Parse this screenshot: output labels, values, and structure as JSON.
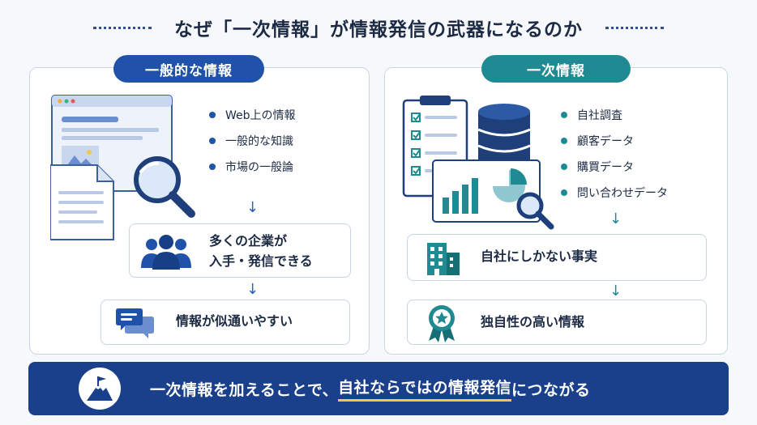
{
  "title": "なぜ「一次情報」が情報発信の武器になるのか",
  "left": {
    "heading": "一般的な情報",
    "bullets": [
      "Web上の情報",
      "一般的な知識",
      "市場の一般論"
    ],
    "box1": {
      "line1": "多くの企業が",
      "line2": "入手・発信できる"
    },
    "box2": "情報が似通いやすい"
  },
  "right": {
    "heading": "一次情報",
    "bullets": [
      "自社調査",
      "顧客データ",
      "購買データ",
      "問い合わせデータ"
    ],
    "box1": "自社にしかない事実",
    "box2": "独自性の高い情報"
  },
  "banner": {
    "prefix": "一次情報を加えることで、",
    "highlight": "自社ならではの情報発信",
    "suffix": "につながる"
  },
  "icons": {
    "browser": "browser-window-icon",
    "document": "document-icon",
    "magnifier": "magnifier-icon",
    "people": "people-group-icon",
    "chat": "chat-bubbles-icon",
    "clipboard": "clipboard-checklist-icon",
    "database": "database-icon",
    "chart": "chart-report-icon",
    "building": "building-icon",
    "award": "award-badge-icon",
    "flag": "mountain-flag-icon",
    "arrow": "↓"
  },
  "colors": {
    "primary_blue": "#1f52a8",
    "teal": "#1f8a92",
    "banner": "#1a3f8b",
    "highlight": "#f2c94c"
  }
}
